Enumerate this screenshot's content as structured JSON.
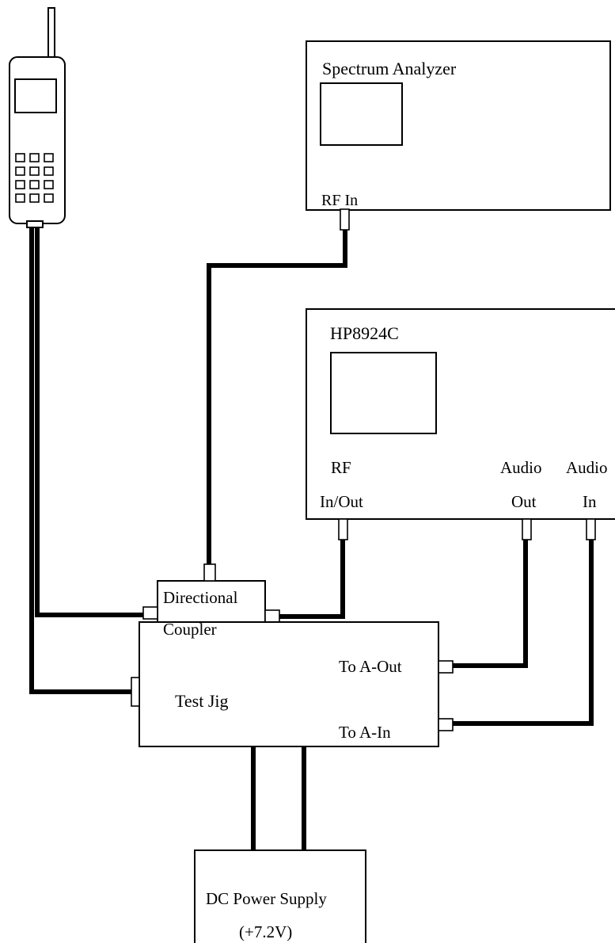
{
  "colors": {
    "line": "#000000",
    "background": "#ffffff"
  },
  "phone": {
    "icon": "mobile-phone-icon"
  },
  "spectrum_analyzer": {
    "title": "Spectrum Analyzer",
    "port_rf_in": "RF In"
  },
  "hp8924c": {
    "title": "HP8924C",
    "rf_line1": "RF",
    "rf_line2": "In/Out",
    "audio_out_line1": "Audio",
    "audio_out_line2": "Out",
    "audio_in_line1": "Audio",
    "audio_in_line2": "In"
  },
  "coupler": {
    "line1": "Directional",
    "line2": "Coupler"
  },
  "test_jig": {
    "title": "Test Jig",
    "port_a_out": "To A-Out",
    "port_a_in": "To A-In"
  },
  "power_supply": {
    "line1": "DC Power Supply",
    "line2": "(+7.2V)"
  }
}
